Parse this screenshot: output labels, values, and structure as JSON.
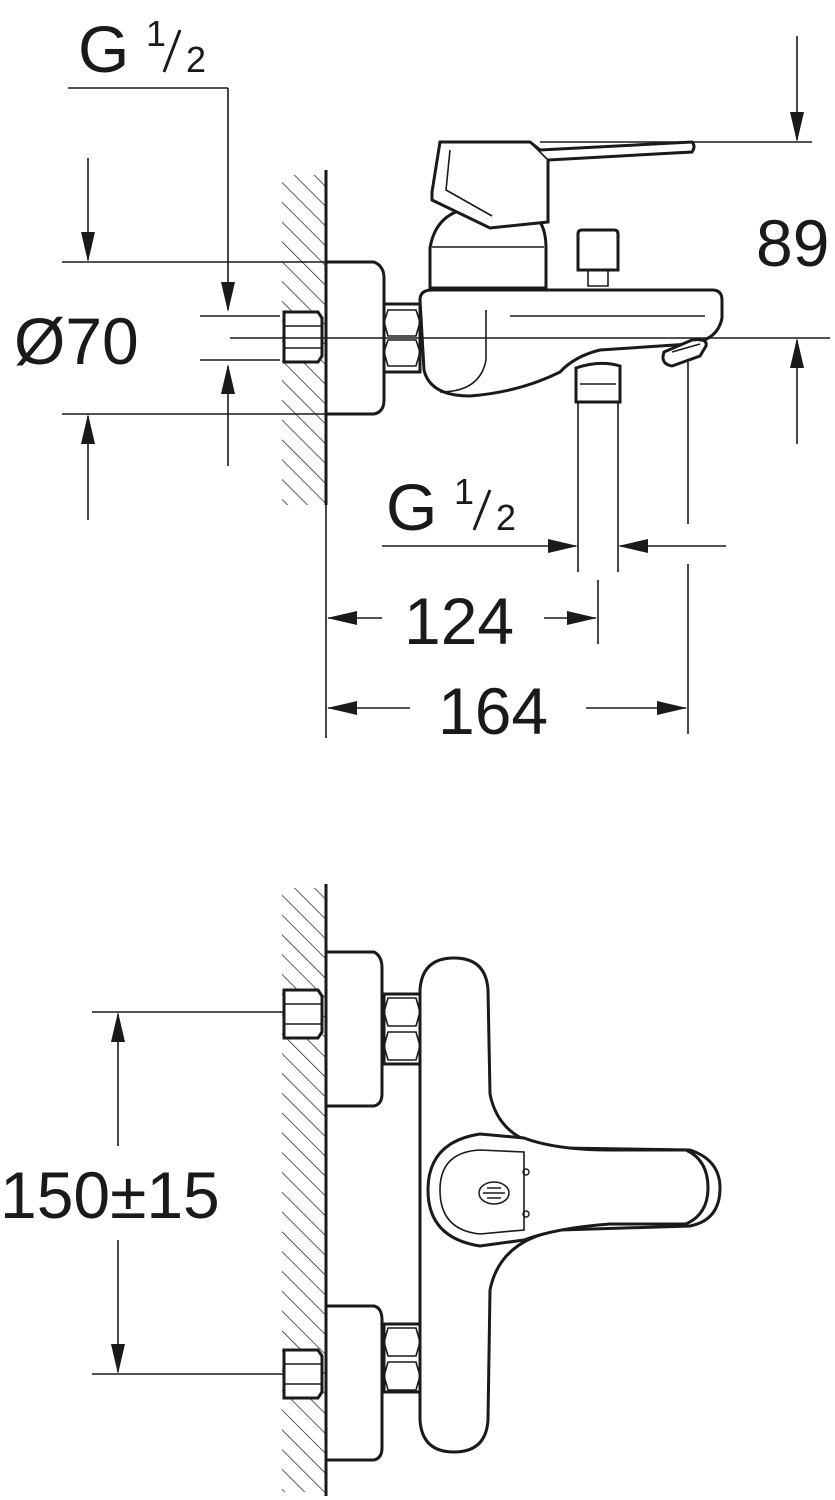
{
  "labels": {
    "thread_top": {
      "g": "G",
      "num": "1",
      "den": "2"
    },
    "thread_bottom": {
      "g": "G",
      "num": "1",
      "den": "2"
    },
    "diameter": "Ø70",
    "height": "89",
    "depth_outlet": "124",
    "depth_total": "164",
    "centers": "150±15"
  }
}
